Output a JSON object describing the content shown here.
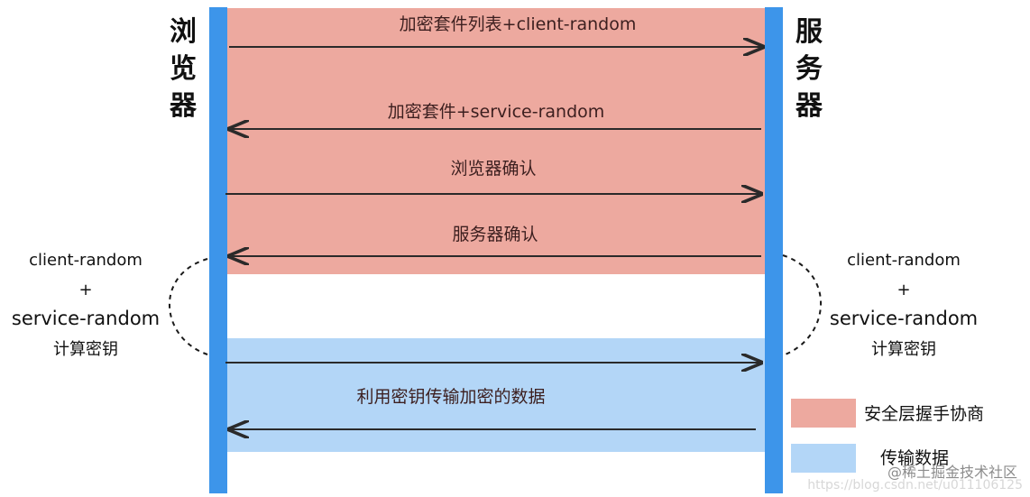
{
  "participants": {
    "browser": "浏览器",
    "server": "服务器"
  },
  "phases": {
    "handshake": {
      "legend": "安全层握手协商",
      "color": "#eda99f"
    },
    "transfer": {
      "legend": "传输数据",
      "color": "#b3d6f7"
    }
  },
  "lifeline_color": "#3d95ea",
  "messages": [
    {
      "label": "加密套件列表+client-random",
      "direction": "to-server"
    },
    {
      "label": "加密套件+service-random",
      "direction": "to-browser"
    },
    {
      "label": "浏览器确认",
      "direction": "to-server"
    },
    {
      "label": "服务器确认",
      "direction": "to-browser"
    },
    {
      "label": "",
      "direction": "to-server"
    },
    {
      "label": "利用密钥传输加密的数据",
      "direction": "none"
    },
    {
      "label": "",
      "direction": "to-browser"
    }
  ],
  "key_derivation": {
    "left": {
      "line1": "client-random",
      "line2": "+",
      "line3": "service-random",
      "line4": "计算密钥"
    },
    "right": {
      "line1": "client-random",
      "line2": "+",
      "line3": "service-random",
      "line4": "计算密钥"
    }
  },
  "watermark": {
    "text": "@稀土掘金技术社区",
    "faint_text": "https://blog.csdn.net/u011106125"
  }
}
